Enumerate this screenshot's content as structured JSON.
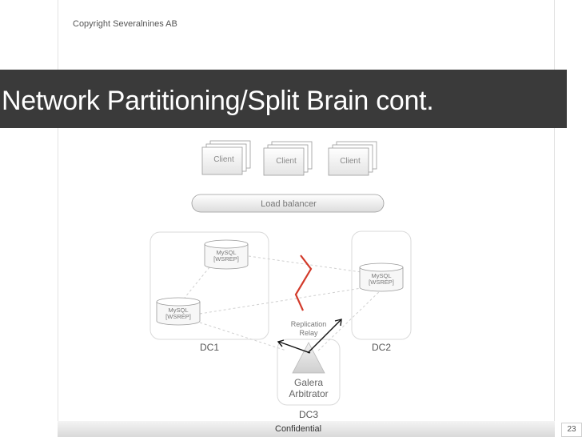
{
  "header": {
    "copyright": "Copyright Severalnines AB"
  },
  "slide": {
    "title": "Network Partitioning/Split Brain cont."
  },
  "diagram": {
    "clients": [
      "Client",
      "Client",
      "Client"
    ],
    "load_balancer": "Load balancer",
    "dc1_label": "DC1",
    "dc2_label": "DC2",
    "dc3_label": "DC3",
    "mysql_line1": "MySQL",
    "mysql_line2": "[WSREP]",
    "replication_line1": "Replication",
    "replication_line2": "Relay",
    "arbitrator_line1": "Galera",
    "arbitrator_line2": "Arbitrator"
  },
  "footer": {
    "confidential": "Confidential",
    "page_number": "23"
  }
}
